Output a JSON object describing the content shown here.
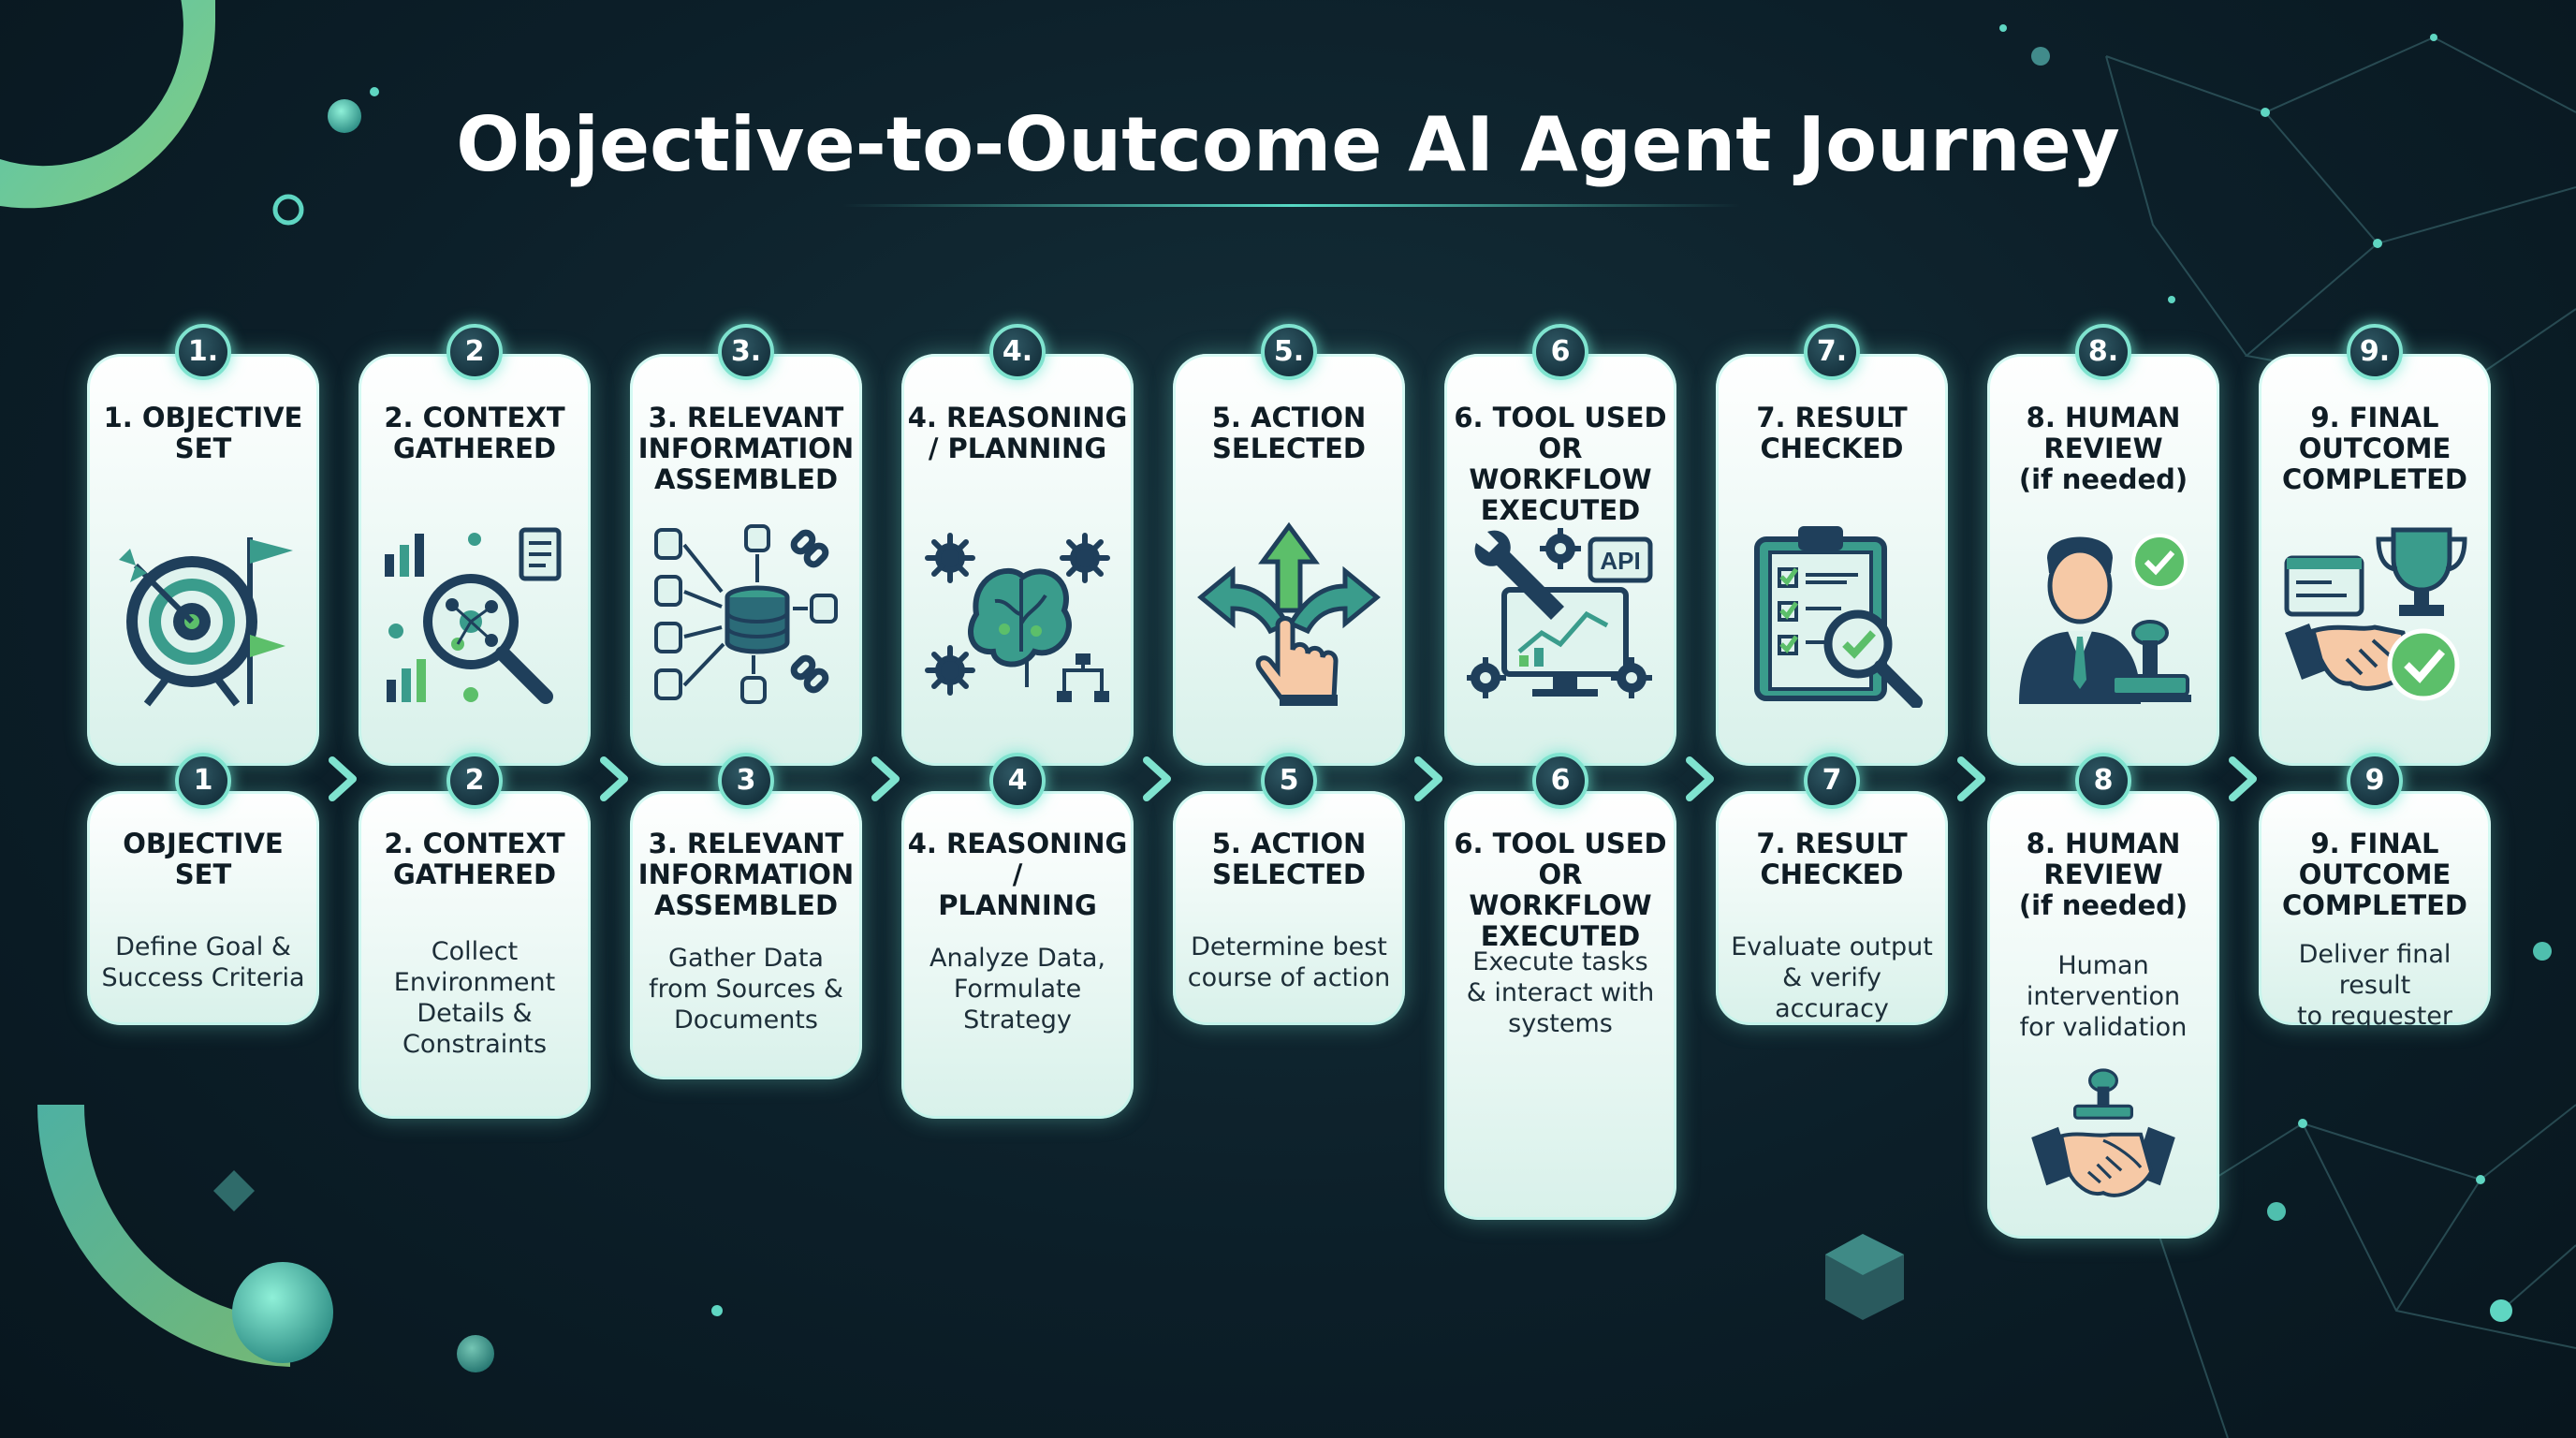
{
  "title": "Objective-to-Outcome AI Agent Journey",
  "colors": {
    "accent": "#57d9c4",
    "icon_navy": "#1f3f5b",
    "icon_teal": "#3a9c8c",
    "icon_green": "#5cbf6a",
    "background": "#0c1f29"
  },
  "steps": [
    {
      "top_badge": "1.",
      "top_title": "1. OBJECTIVE\nSET",
      "bottom_badge": "1",
      "bottom_title": "OBJECTIVE\nSET",
      "description": "Define Goal &\nSuccess Criteria",
      "icon": "target-flag-icon"
    },
    {
      "top_badge": "2",
      "top_title": "2. CONTEXT\nGATHERED",
      "bottom_badge": "2",
      "bottom_title": "2. CONTEXT\nGATHERED",
      "description": "Collect\nEnvironment\nDetails &\nConstraints",
      "icon": "magnifier-data-icon"
    },
    {
      "top_badge": "3.",
      "top_title": "3. RELEVANT\nINFORMATION\nASSEMBLED",
      "bottom_badge": "3",
      "bottom_title": "3. RELEVANT\nINFORMATION\nASSEMBLED",
      "description": "Gather Data\nfrom Sources &\nDocuments",
      "icon": "database-links-icon"
    },
    {
      "top_badge": "4.",
      "top_title": "4. REASONING\n/ PLANNING",
      "bottom_badge": "4",
      "bottom_title": "4. REASONING /\nPLANNING",
      "description": "Analyze Data,\nFormulate\nStrategy",
      "icon": "brain-gears-icon"
    },
    {
      "top_badge": "5.",
      "top_title": "5. ACTION\nSELECTED",
      "bottom_badge": "5",
      "bottom_title": "5. ACTION\nSELECTED",
      "description": "Determine best\ncourse of action",
      "icon": "split-arrows-hand-icon"
    },
    {
      "top_badge": "6",
      "top_title": "6. TOOL USED\nOR WORKFLOW\nEXECUTED",
      "bottom_badge": "6",
      "bottom_title": "6. TOOL USED\nOR WORKFLOW\nEXECUTED",
      "description": "Execute tasks\n& interact with\nsystems",
      "icon": "api-tools-monitor-icon",
      "icon_label": "API"
    },
    {
      "top_badge": "7.",
      "top_title": "7. RESULT\nCHECKED",
      "bottom_badge": "7",
      "bottom_title": "7. RESULT\nCHECKED",
      "description": "Evaluate output\n& verify accuracy",
      "icon": "clipboard-check-icon"
    },
    {
      "top_badge": "8.",
      "top_title": "8. HUMAN\nREVIEW\n(if needed)",
      "bottom_badge": "8",
      "bottom_title": "8. HUMAN\nREVIEW\n(if needed)",
      "description": "Human\nintervention\nfor validation",
      "icon": "reviewer-stamp-icon"
    },
    {
      "top_badge": "9.",
      "top_title": "9. FINAL\nOUTCOME\nCOMPLETED",
      "bottom_badge": "9",
      "bottom_title": "9. FINAL\nOUTCOME\nCOMPLETED",
      "description": "Deliver final result\nto requester",
      "icon": "trophy-handshake-icon"
    }
  ]
}
